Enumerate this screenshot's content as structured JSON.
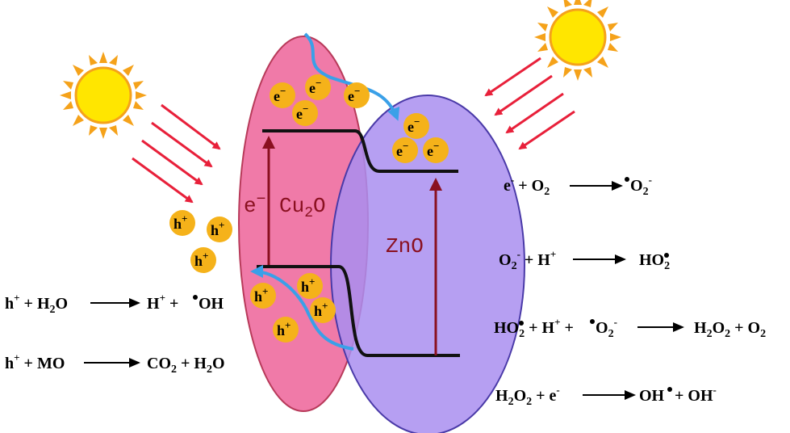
{
  "materials": {
    "cu2o": {
      "base": "Cu",
      "sub": "2",
      "tail": "O",
      "fill": "#f07aa8",
      "stroke": "#b83a5a"
    },
    "zno": {
      "label": "ZnO",
      "fill": "#a98ef0",
      "stroke": "#4a3aa8"
    }
  },
  "labels": {
    "electron": "e",
    "electron_sup": "−",
    "hole": "h",
    "hole_sup": "+",
    "excitation_e": "e"
  },
  "equations_right": {
    "eq1": {
      "a": "e",
      "a_sup": "-",
      "b": " + O",
      "b_sub": "2",
      "c": "O",
      "c_sub": "2",
      "c_sup": "-"
    },
    "eq2": {
      "a": "O",
      "a_sub": "2",
      "a_sup": "-",
      "b": " + H",
      "b_sup": "+",
      "c": "HO",
      "c_sub": "2"
    },
    "eq3": {
      "a": "HO",
      "a_sub": "2",
      "b": " + H",
      "b_sup": "+",
      "b2": " +",
      "b3": "O",
      "b3_sub": "2",
      "b3_sup": "-",
      "c": "H",
      "c_sub": "2",
      "c2": "O",
      "c2_sub": "2",
      "c3": " + O",
      "c3_sub": "2"
    },
    "eq4": {
      "a": "H",
      "a_sub": "2",
      "a2": "O",
      "a2_sub": "2",
      "b": " + e",
      "b_sup": "-",
      "c": "OH",
      "c2": "+ OH",
      "c2_sup": "-"
    }
  },
  "equations_left": {
    "eq5": {
      "a": "h",
      "a_sup": "+",
      "b": " + H",
      "b_sub": "2",
      "b2": "O",
      "c": "H",
      "c_sup": "+",
      "c2": " +",
      "c3": "OH"
    },
    "eq6": {
      "a": "h",
      "a_sup": "+",
      "b": " + MO",
      "c": "CO",
      "c_sub": "2",
      "c2": " + H",
      "c2_sub": "2",
      "c3": "O"
    }
  },
  "colors": {
    "particle": "#f5b21a",
    "light_arrow": "#e8203a",
    "transfer_arrow": "#3aa0e8",
    "excitation_arrow": "#8a1020",
    "band": "#111111",
    "sun": "#ffe600",
    "sun_ray": "#f5a21a"
  },
  "icons": {
    "sun": "sun-icon"
  }
}
